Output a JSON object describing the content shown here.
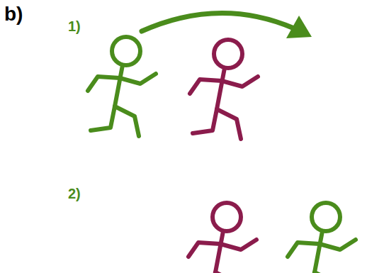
{
  "diagram": {
    "labels": [
      "b)",
      "1)",
      "2)"
    ]
  }
}
